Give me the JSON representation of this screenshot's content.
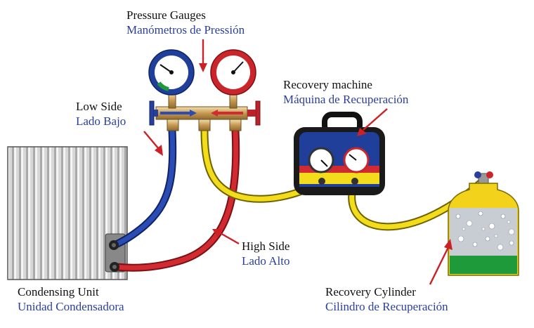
{
  "labels": {
    "pressure_gauges": {
      "en": "Pressure Gauges",
      "es": "Manómetros de Pressión"
    },
    "low_side": {
      "en": "Low  Side",
      "es": "Lado Bajo"
    },
    "recovery_machine": {
      "en": "Recovery machine",
      "es": "Máquina de Recuperación"
    },
    "high_side": {
      "en": "High Side",
      "es": "Lado Alto"
    },
    "condensing_unit": {
      "en": "Condensing Unit",
      "es": "Unidad Condensadora"
    },
    "recovery_cylinder": {
      "en": "Recovery Cylinder",
      "es": "Cilindro de Recuperación"
    }
  },
  "colors": {
    "low_hose": "#1f3f9a",
    "high_hose": "#c9252b",
    "yellow_hose": "#f2dc1c",
    "arrow": "#cc2027",
    "label_en": "#111111",
    "label_es": "#2a3f9c",
    "liquid": "#1f9a3a"
  }
}
